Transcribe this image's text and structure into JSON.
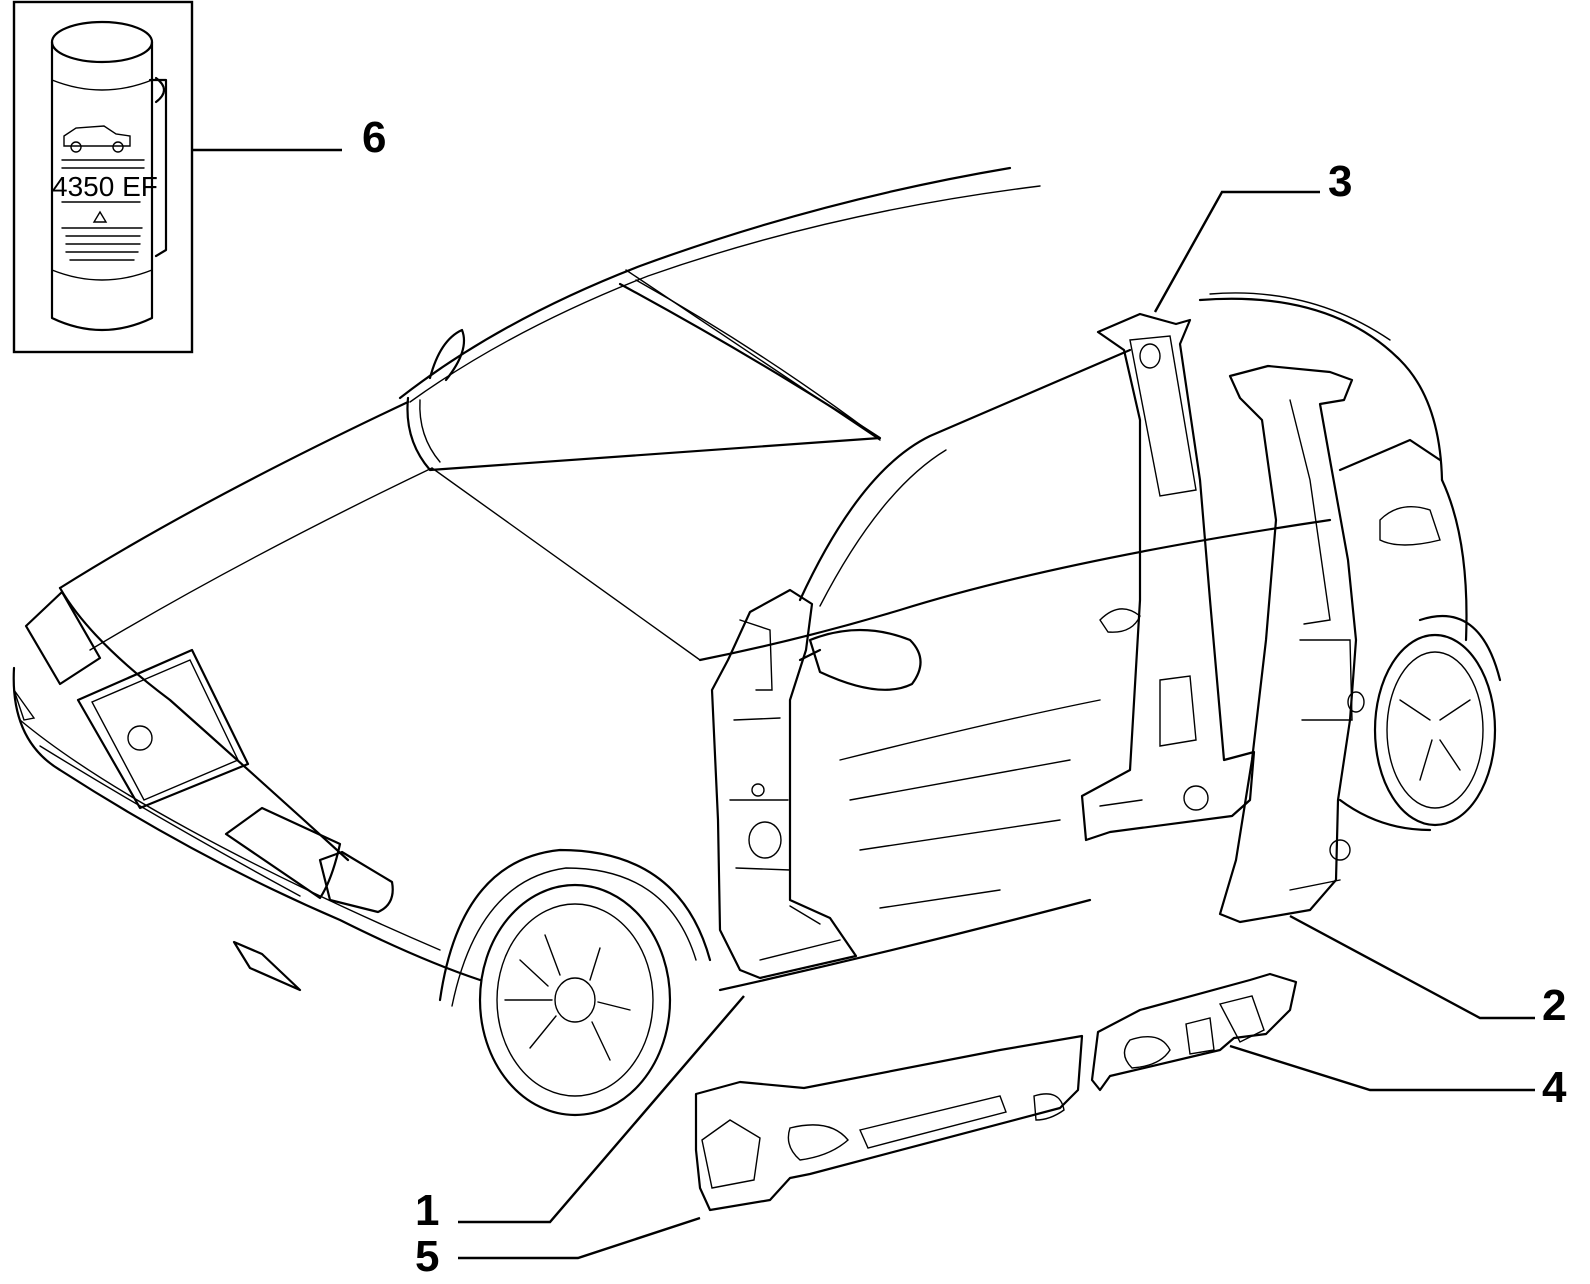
{
  "inset": {
    "can_label": "4350 EF"
  },
  "callouts": [
    {
      "id": "part-1",
      "number": "1"
    },
    {
      "id": "part-2",
      "number": "2"
    },
    {
      "id": "part-3",
      "number": "3"
    },
    {
      "id": "part-4",
      "number": "4"
    },
    {
      "id": "part-5",
      "number": "5"
    },
    {
      "id": "part-6",
      "number": "6"
    }
  ],
  "colors": {
    "line": "#000000",
    "background": "#ffffff"
  }
}
